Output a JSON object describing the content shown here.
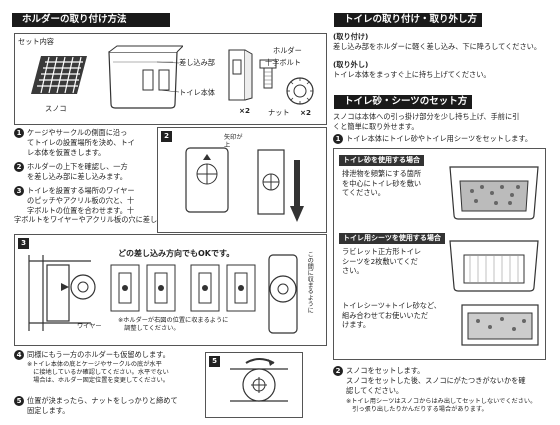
{
  "left": {
    "header": "ホルダーの取り付け方法",
    "parts": {
      "set_label": "セット内容",
      "sunoko": "スノコ",
      "insert_part": "差し込み部",
      "toilet_body": "トイレ本体",
      "holder": "ホルダー",
      "ji_bolt": "十字ボルト",
      "nut": "ナット",
      "x2_a": "×2",
      "x2_b": "×2"
    },
    "steps": {
      "s1": [
        "ケージやサークルの側面に沿っ",
        "てトイレの設置場所を決め、トイ",
        "レ本体を仮置きします。"
      ],
      "s2": [
        "ホルダーの上下を確認し、一方",
        "を差し込み部に差し込みます。"
      ],
      "s3": [
        "トイレを設置する場所のワイヤー",
        "のピッチやアクリル板の穴と、十",
        "字ボルトの位置を合わせます。十",
        "字ボルトをワイヤーやアクリル板の穴に差し込み、ナットで仮留めします。"
      ],
      "s4": [
        "同様にもう一方のホルダーも仮留めします。"
      ],
      "s4_notes": [
        "※トイレ本体の底とケージやサークルの底が水平",
        "　に接地しているか確認してください。水平でない",
        "　場合は、ホルダー固定位置を変更してください。"
      ],
      "s5": [
        "位置が決まったら、ナットをしっかりと締めて",
        "固定します。"
      ]
    },
    "diagram2": {
      "arrow_label": [
        "矢印が",
        "上"
      ]
    },
    "diagram3": {
      "ok_text": "どの差し込み方向でもOKです。",
      "note": [
        "※ホルダーが右図の位置に収まるように",
        "　調整してください。"
      ],
      "wire": "ワイヤー",
      "side_text": "この間に収まるように"
    },
    "num_labels": {
      "n1": "1",
      "n2": "2",
      "n3": "3",
      "n4": "4",
      "n5": "5",
      "box2": "2",
      "box3": "3",
      "box5": "5"
    }
  },
  "right": {
    "header1": "トイレの取り付け・取り外し方法",
    "attach_title": "(取り付け)",
    "attach_text": "差し込み部をホルダーに軽く差し込み、下に降ろしてください。",
    "remove_title": "(取り外し)",
    "remove_text": "トイレ本体をまっすぐ上に持ち上げてください。",
    "header2": "トイレ砂・シーツのセット方法",
    "intro": [
      "スノコは本体への引っ掛け部分を少し持ち上げ、手前に引",
      "くと簡単に取り外せます。"
    ],
    "step1": "トイレ本体にトイレ砂やトイレ用シーツをセットします。",
    "case1_tag": "トイレ砂を使用する場合",
    "case1_text": [
      "排泄物を頻繁にする箇所",
      "を中心にトイレ砂を敷い",
      "てください。"
    ],
    "case2_tag": "トイレ用シーツを使用する場合",
    "case2_text": [
      "ラビレット正方形トイレ",
      "シーツを2枚敷いてくだ",
      "さい。"
    ],
    "case3_text": [
      "トイレシーツ+トイレ砂など、",
      "組み合わせてお使いいただ",
      "けます。"
    ],
    "step2": [
      "スノコをセットします。",
      "スノコをセットした後、スノコにがたつきがないかを確",
      "認してください。"
    ],
    "step2_notes": [
      "※トイレ用シーツはスノコからはみ出してセットしないでください。",
      "　引っ張り出したりかんだりする場合があります。"
    ],
    "num1": "1",
    "num2": "2"
  }
}
